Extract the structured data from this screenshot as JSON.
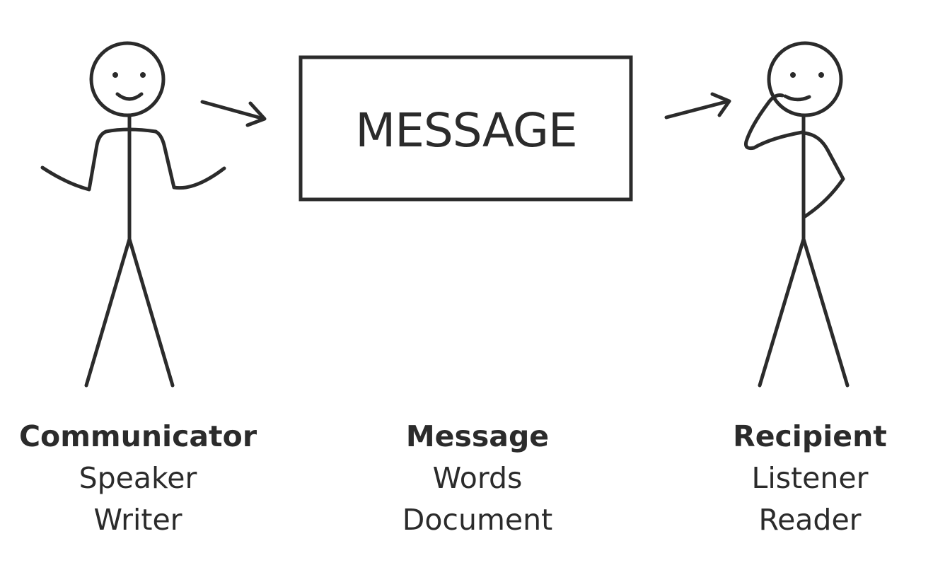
{
  "diagram": {
    "box_text": "MESSAGE",
    "stroke_color": "#2b2b2b",
    "background": "#ffffff"
  },
  "columns": [
    {
      "title": "Communicator",
      "lines": [
        "Speaker",
        "Writer"
      ]
    },
    {
      "title": "Message",
      "lines": [
        "Words",
        "Document"
      ]
    },
    {
      "title": "Recipient",
      "lines": [
        "Listener",
        "Reader"
      ]
    }
  ]
}
